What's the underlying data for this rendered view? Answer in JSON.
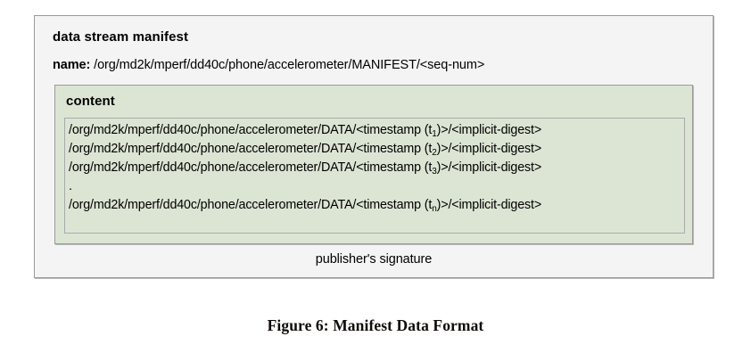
{
  "figure": {
    "caption": "Figure 6: Manifest Data Format"
  },
  "manifest": {
    "title": "data stream manifest",
    "name_label": "name:",
    "name_value": "/org/md2k/mperf/dd40c/phone/accelerometer/MANIFEST/<seq-num>",
    "signature": "publisher's signature",
    "content": {
      "title": "content",
      "entries": [
        {
          "prefix": "/org/md2k/mperf/dd40c/phone/accelerometer/DATA/<timestamp (t",
          "subscript": "1",
          "suffix": ")>/<implicit-digest>",
          "full": "/org/md2k/mperf/dd40c/phone/accelerometer/DATA/<timestamp (t1)>/<implicit-digest>"
        },
        {
          "prefix": "/org/md2k/mperf/dd40c/phone/accelerometer/DATA/<timestamp (t",
          "subscript": "2",
          "suffix": ")>/<implicit-digest>",
          "full": "/org/md2k/mperf/dd40c/phone/accelerometer/DATA/<timestamp (t2)>/<implicit-digest>"
        },
        {
          "prefix": "/org/md2k/mperf/dd40c/phone/accelerometer/DATA/<timestamp (t",
          "subscript": "3",
          "suffix": ")>/<implicit-digest>",
          "full": "/org/md2k/mperf/dd40c/phone/accelerometer/DATA/<timestamp (t3)>/<implicit-digest>"
        },
        {
          "prefix": ".",
          "subscript": "",
          "suffix": "",
          "full": "."
        },
        {
          "prefix": "/org/md2k/mperf/dd40c/phone/accelerometer/DATA/<timestamp (t",
          "subscript": "n",
          "suffix": ")>/<implicit-digest>",
          "full": "/org/md2k/mperf/dd40c/phone/accelerometer/DATA/<timestamp (tn)>/<implicit-digest>"
        }
      ]
    }
  },
  "colors": {
    "page_background": "#ffffff",
    "manifest_fill": "#f4f4f4",
    "content_fill": "#dce5d4",
    "border": "#9a9a9a",
    "text": "#000000"
  }
}
